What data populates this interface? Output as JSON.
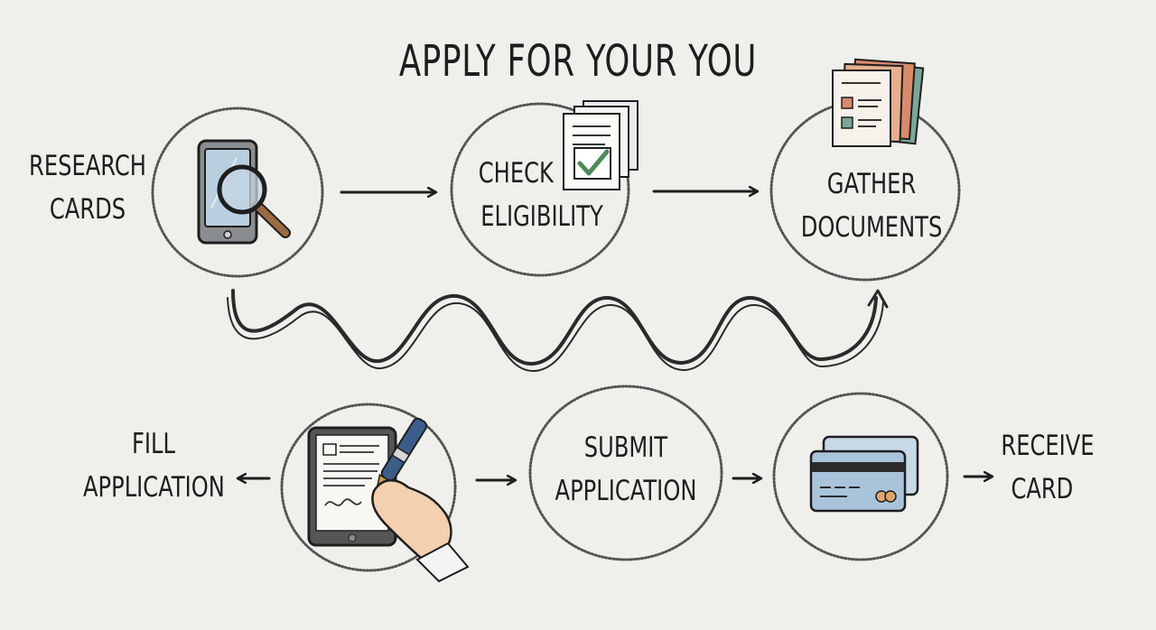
{
  "title": "APPLY FOR YOUR YOU",
  "steps": [
    {
      "line1": "RESEARCH",
      "line2": "CARDS",
      "icon": "phone-magnifier-icon"
    },
    {
      "line1": "CHECK",
      "line2": "ELIGIBILITY",
      "icon": "checklist-icon"
    },
    {
      "line1": "GATHER",
      "line2": "DOCUMENTS",
      "icon": "documents-stack-icon"
    },
    {
      "line1": "FILL",
      "line2": "APPLICATION",
      "icon": "tablet-pen-icon"
    },
    {
      "line1": "SUBMIT",
      "line2": "APPLICATION",
      "icon": ""
    },
    {
      "line1": "RECEIVE",
      "line2": "CARD",
      "icon": "credit-card-icon"
    }
  ],
  "colors": {
    "background": "#efefec",
    "ink": "#1e1e1e",
    "screen_blue": "#b9cfe0",
    "check_green": "#4e8a5a",
    "doc_orange": "#d98a6c",
    "doc_teal": "#7aa79a",
    "card_blue": "#a9c4da",
    "card_orange": "#e0a56e"
  }
}
